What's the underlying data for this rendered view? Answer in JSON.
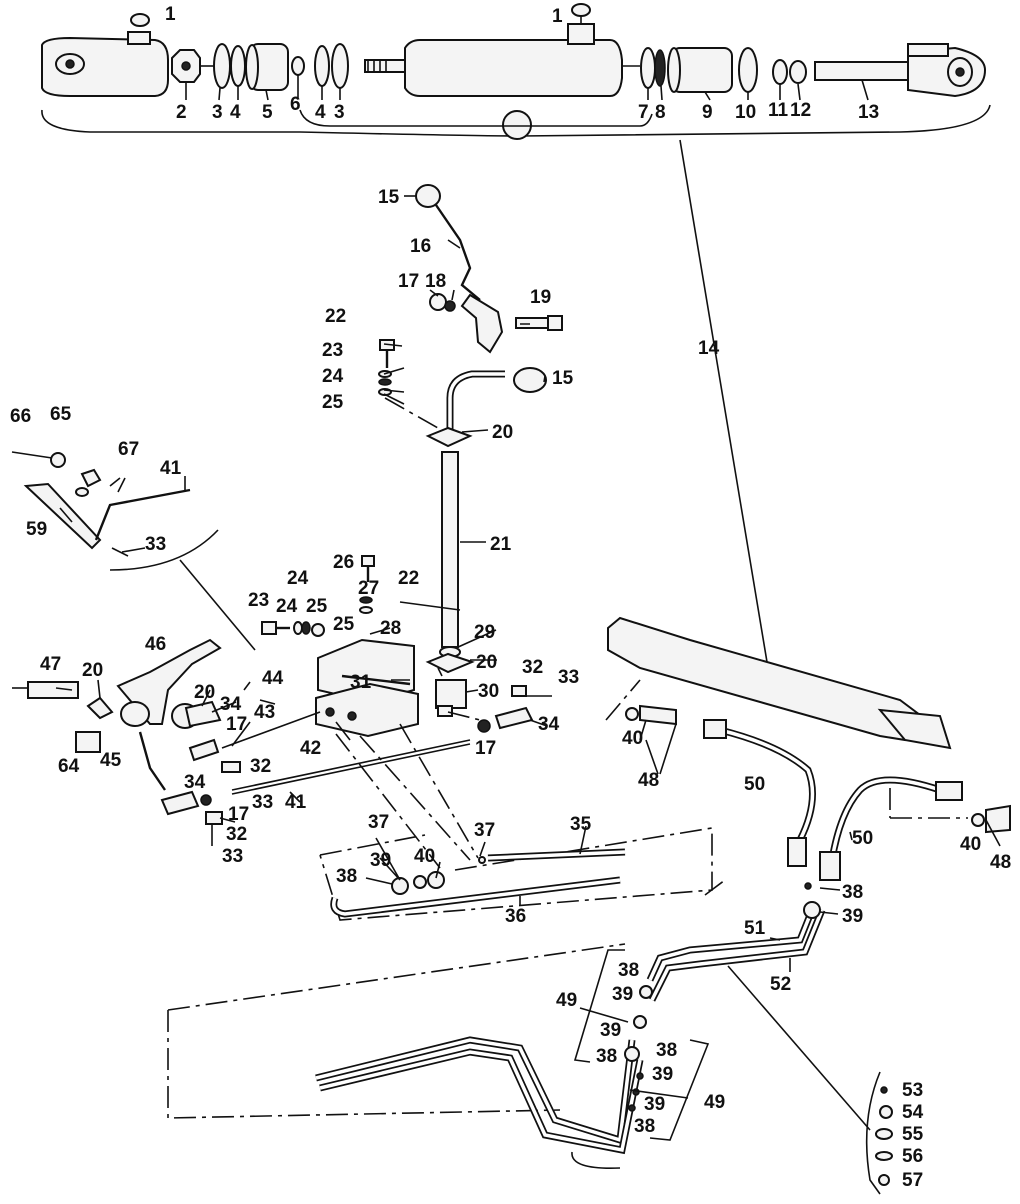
{
  "callouts": [
    "1",
    "1",
    "2",
    "3",
    "4",
    "5",
    "6",
    "4",
    "3",
    "7",
    "8",
    "9",
    "10",
    "11",
    "12",
    "13",
    "14",
    "15",
    "16",
    "17",
    "18",
    "19",
    "15",
    "22",
    "23",
    "24",
    "25",
    "20",
    "21",
    "66",
    "65",
    "67",
    "41",
    "59",
    "33",
    "26",
    "24",
    "27",
    "22",
    "23",
    "24",
    "25",
    "25",
    "28",
    "29",
    "20",
    "32",
    "33",
    "30",
    "31",
    "34",
    "17",
    "47",
    "20",
    "46",
    "20",
    "34",
    "17",
    "44",
    "43",
    "42",
    "64",
    "45",
    "32",
    "34",
    "17",
    "33",
    "41",
    "32",
    "33",
    "37",
    "37",
    "35",
    "38",
    "39",
    "40",
    "36",
    "40",
    "48",
    "50",
    "50",
    "40",
    "48",
    "38",
    "39",
    "51",
    "52",
    "38",
    "39",
    "49",
    "39",
    "38",
    "38",
    "39",
    "39",
    "49",
    "38",
    "53",
    "54",
    "55",
    "56",
    "57"
  ]
}
